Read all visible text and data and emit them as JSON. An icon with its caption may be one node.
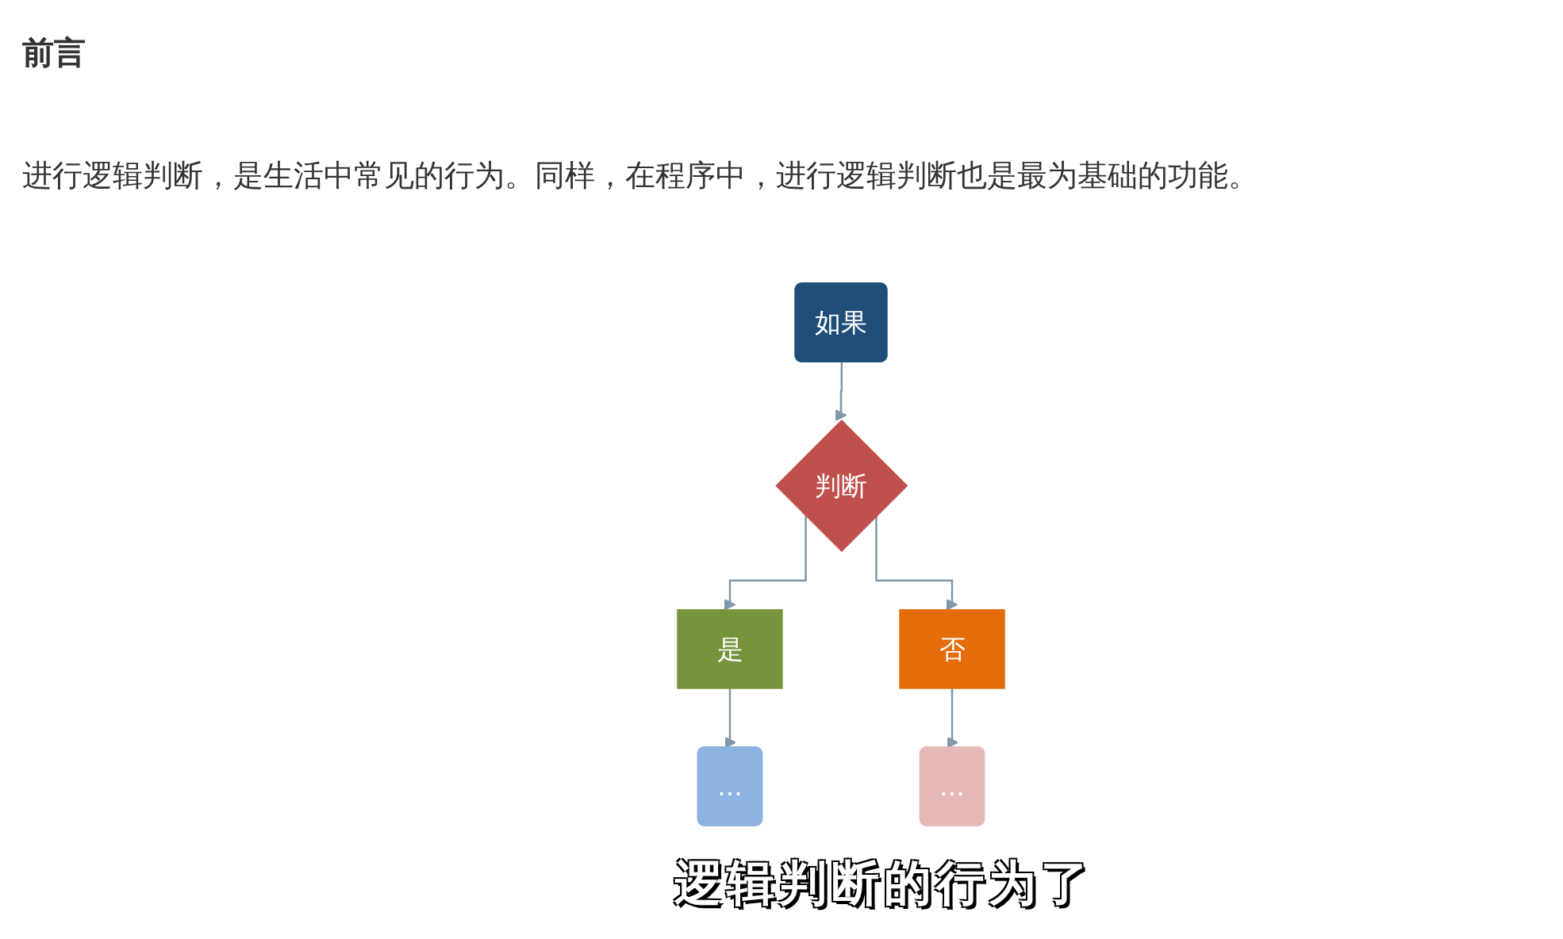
{
  "diagram": {
    "title": "前言",
    "nodes": [
      {
        "text": [
          "如果"
        ]
      },
      {
        "text": [
          "判断"
        ]
      },
      {
        "text": [
          "是"
        ]
      },
      {
        "text": [
          "否"
        ]
      },
      {
        "text": [
          "..."
        ]
      },
      {
        "text": [
          "..."
        ]
      }
    ],
    "edges": [
      {
        "from": 0,
        "to": 1,
        "arrow": "to"
      },
      {
        "from": 1,
        "to": 2,
        "arrow": "to"
      },
      {
        "from": 1,
        "to": 3,
        "arrow": "to"
      },
      {
        "from": 2,
        "to": 4,
        "arrow": "to"
      },
      {
        "from": 3,
        "to": 5,
        "arrow": "to"
      }
    ],
    "labels": [
      "进行逻辑判断，是生活中常见的行为。同样，在程序中，进行逻辑判断也是最为基础的功能。",
      "逻辑判断的行为了"
    ]
  }
}
